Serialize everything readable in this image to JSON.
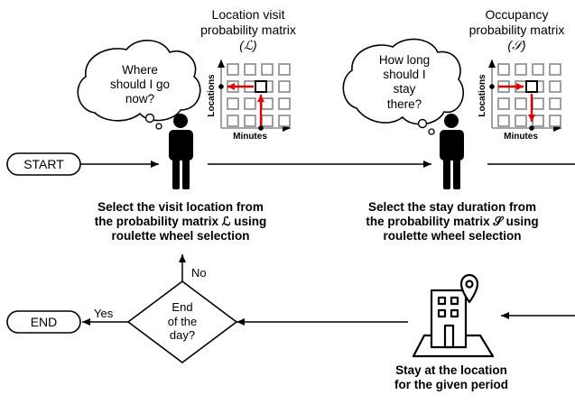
{
  "diagram": {
    "start_label": "START",
    "end_label": "END",
    "left_matrix": {
      "title_line1": "Location visit",
      "title_line2": "probability matrix",
      "symbol": "(ℒ)",
      "y_axis": "Locations",
      "x_axis": "Minutes"
    },
    "right_matrix": {
      "title_line1": "Occupancy",
      "title_line2": "probability matrix",
      "symbol": "(𝒮)",
      "y_axis": "Locations",
      "x_axis": "Minutes"
    },
    "bubble_left": [
      "Where",
      "should I go",
      "now?"
    ],
    "bubble_right": [
      "How long",
      "should I",
      "stay",
      "there?"
    ],
    "caption_left": [
      "Select the visit location from",
      "the probability matrix ℒ using",
      "roulette wheel selection"
    ],
    "caption_right": [
      "Select the stay duration from",
      "the probability matrix 𝒮 using",
      "roulette wheel selection"
    ],
    "decision": [
      "End",
      "of the",
      "day?"
    ],
    "branch_no": "No",
    "branch_yes": "Yes",
    "caption_stay": [
      "Stay at the location",
      "for the given period"
    ]
  },
  "colors": {
    "highlight": "#e00000",
    "grid": "#888888",
    "line": "#000000"
  }
}
